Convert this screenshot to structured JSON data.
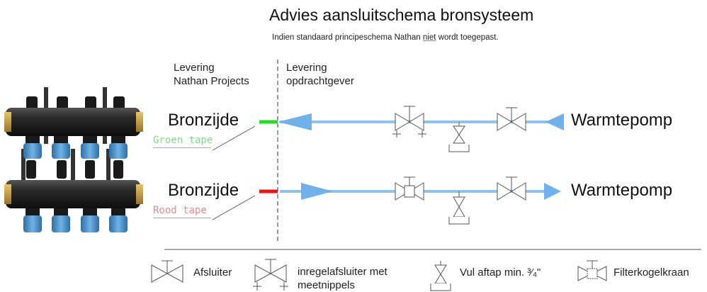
{
  "title": "Advies aansluitschema bronsysteem",
  "subtitle": {
    "before": "Indien standaard principeschema Nathan ",
    "underlined": "niet",
    "after": " wordt toegepast."
  },
  "columns": {
    "left": {
      "line1": "Levering",
      "line2": "Nathan Projects"
    },
    "right": {
      "line1": "Levering",
      "line2": "opdrachtgever"
    }
  },
  "rows": [
    {
      "left_label": "Bronzijde",
      "right_label": "Warmtepomp",
      "tape_label": "Groen tape",
      "tape_color": "#22dd22",
      "flow": "to-left"
    },
    {
      "left_label": "Bronzijde",
      "right_label": "Warmtepomp",
      "tape_label": "Rood tape",
      "tape_color": "#ee1111",
      "flow": "to-right"
    }
  ],
  "colors": {
    "pipe": "#8ec3f0",
    "symbol": "#555555",
    "line": "#333333",
    "hose": "#4a8fc7",
    "pipe_body": "#222222",
    "brass": "#c9a04a"
  },
  "legend": {
    "afsluiter": "Afsluiter",
    "inregel_line1": "inregelafsluiter met",
    "inregel_line2": "meetnippels",
    "vul": "Vul aftap min. ³⁄₄\"",
    "filter": "Filterkogelkraan"
  },
  "icons": [
    "manifold-photo",
    "valve-symbol",
    "balancing-valve-symbol",
    "drain-valve-symbol",
    "filter-valve-symbol"
  ]
}
